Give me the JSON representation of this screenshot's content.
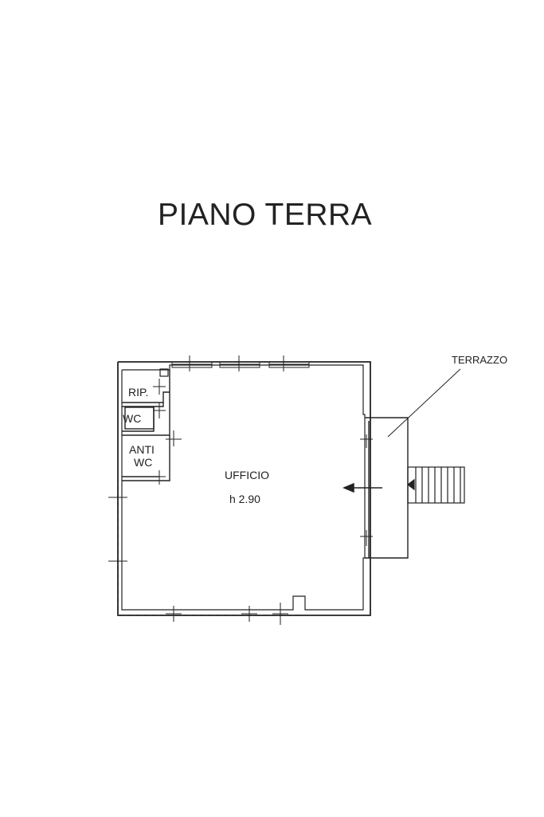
{
  "title": "PIANO TERRA",
  "rooms": {
    "ripostiglio": "RIP.",
    "wc": "WC",
    "antiwc_line1": "ANTI",
    "antiwc_line2": "WC",
    "ufficio": "UFFICIO",
    "ufficio_height": "h 2.90"
  },
  "labels": {
    "terrazzo": "TERRAZZO"
  },
  "colors": {
    "line": "#222222",
    "background": "#ffffff"
  }
}
